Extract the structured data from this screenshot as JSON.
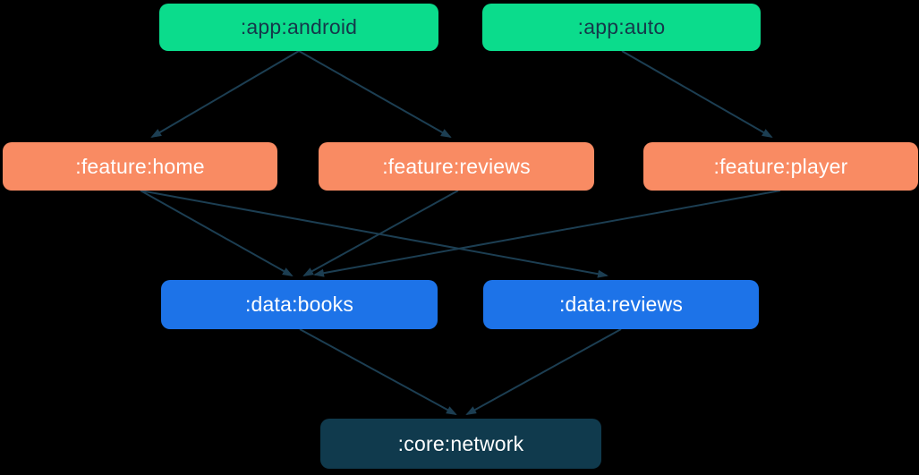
{
  "diagram": {
    "background": "#000000",
    "arrow_color": "#1C3E52",
    "node_colors": {
      "app_fill": "#0BDC8C",
      "app_text": "#15384A",
      "feature_fill": "#F98B63",
      "feature_text": "#FFFFFF",
      "data_fill": "#1D73E8",
      "data_text": "#FFFFFF",
      "core_fill": "#103A4D",
      "core_text": "#FFFFFF"
    },
    "nodes": [
      {
        "id": "app-android",
        "label": ":app:android"
      },
      {
        "id": "app-auto",
        "label": ":app:auto"
      },
      {
        "id": "feature-home",
        "label": ":feature:home"
      },
      {
        "id": "feature-reviews",
        "label": ":feature:reviews"
      },
      {
        "id": "feature-player",
        "label": ":feature:player"
      },
      {
        "id": "data-books",
        "label": ":data:books"
      },
      {
        "id": "data-reviews",
        "label": ":data:reviews"
      },
      {
        "id": "core-network",
        "label": ":core:network"
      }
    ],
    "edges": [
      {
        "from": "app-android",
        "to": "feature-home"
      },
      {
        "from": "app-android",
        "to": "feature-reviews"
      },
      {
        "from": "app-auto",
        "to": "feature-player"
      },
      {
        "from": "feature-home",
        "to": "data-books"
      },
      {
        "from": "feature-home",
        "to": "data-reviews"
      },
      {
        "from": "feature-reviews",
        "to": "data-books"
      },
      {
        "from": "feature-player",
        "to": "data-books"
      },
      {
        "from": "data-books",
        "to": "core-network"
      },
      {
        "from": "data-reviews",
        "to": "core-network"
      }
    ]
  }
}
